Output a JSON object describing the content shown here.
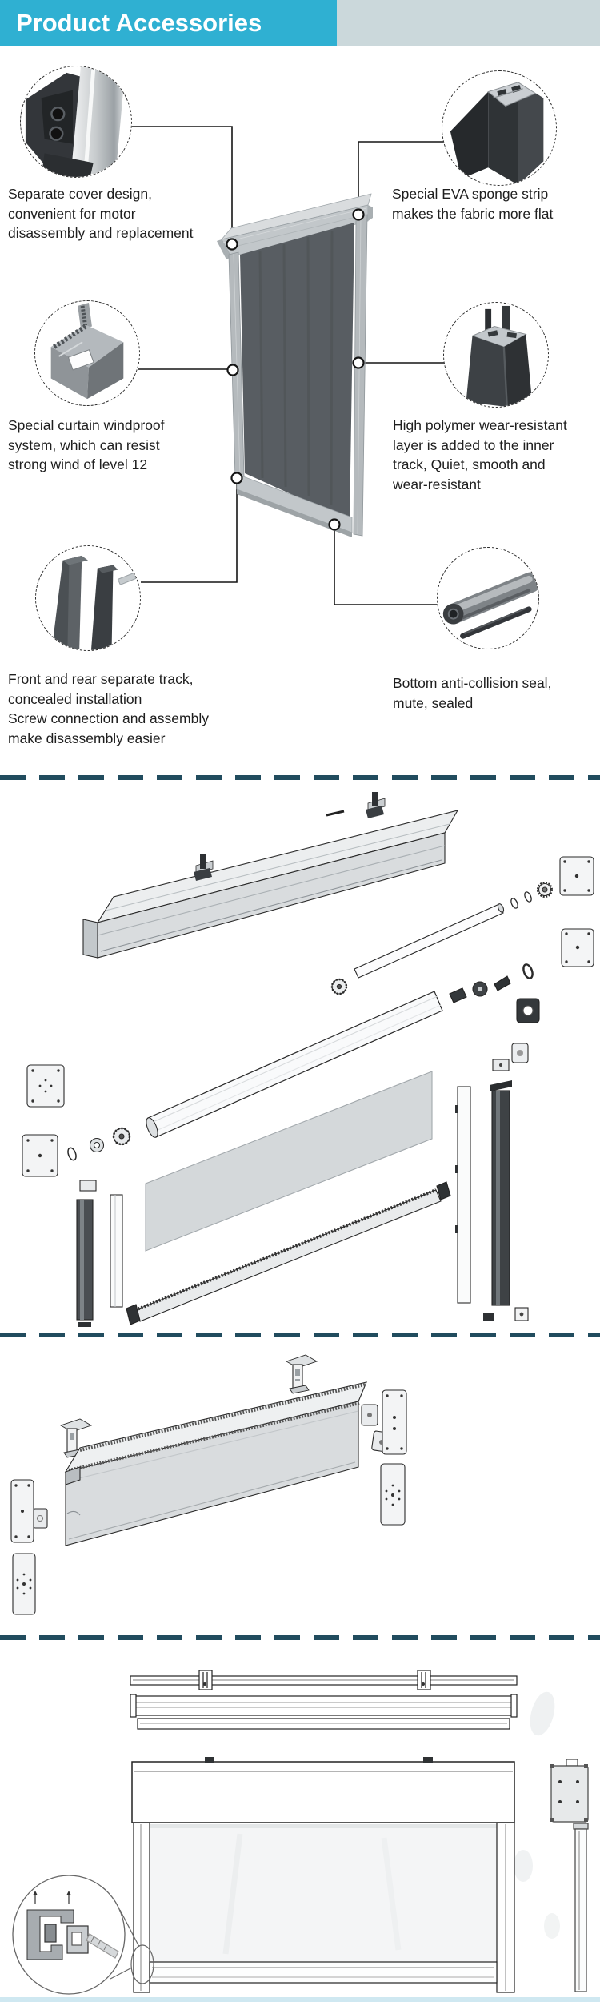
{
  "header": {
    "title": "Product Accessories"
  },
  "callouts": {
    "separate_cover": {
      "text": "Separate cover design,\nconvenient for motor\ndisassembly and replacement"
    },
    "eva_sponge": {
      "text": "Special EVA sponge strip\nmakes the fabric more flat"
    },
    "windproof": {
      "text": "Special curtain windproof\nsystem, which can resist\nstrong wind of level 12"
    },
    "wear_layer": {
      "text": "High polymer wear-resistant\nlayer is added to the inner\ntrack, Quiet, smooth and\nwear-resistant"
    },
    "separate_track": {
      "text": "Front and rear separate track,\nconcealed installation\nScrew connection and assembly\nmake disassembly easier"
    },
    "bottom_seal": {
      "text": "Bottom anti-collision seal,\nmute, sealed"
    }
  },
  "images": {
    "circle1": "motor-end-cover-photo",
    "circle2": "corner-track-profile-photo",
    "circle3": "windproof-zipper-profile-photo",
    "circle4": "inner-track-profile-photo",
    "circle5": "separate-track-profiles-photo",
    "circle6": "bottom-seal-bar-photo",
    "center": "window-screen-product-render",
    "diagram1": "exploded-parts-diagram",
    "diagram2": "cassette-housing-exploded-diagram",
    "diagram3": "front-and-top-view-installation-diagram"
  },
  "colors": {
    "header_bg": "#2fb0d2",
    "header_band": "#cbd8db",
    "divider": "#214c5e",
    "body_text": "#1e1e1e",
    "bottom_strip": "#cfe8f1"
  }
}
